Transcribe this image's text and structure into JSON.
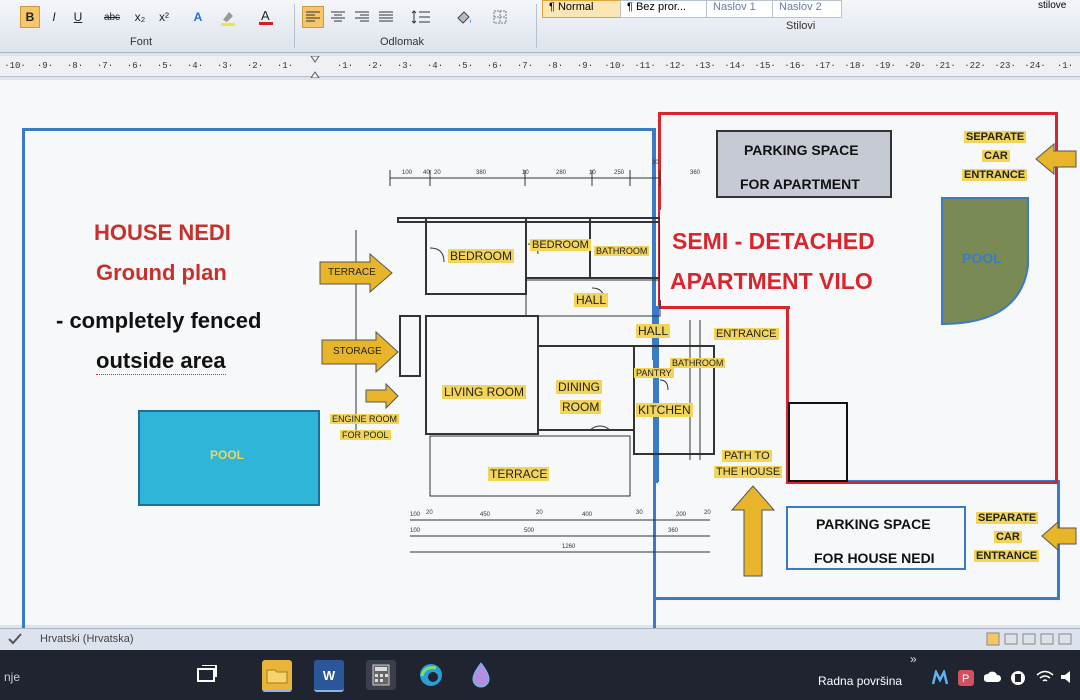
{
  "ribbon": {
    "font_group_label": "Font",
    "paragraph_group_label": "Odlomak",
    "styles_group_label": "Stilovi",
    "buttons": {
      "bold": "B",
      "italic": "I",
      "underline": "U",
      "strike": "abc",
      "subscript": "x₂",
      "superscript": "x²"
    },
    "styles": [
      "¶ Normal",
      "¶ Bez pror...",
      "Naslov 1",
      "Naslov 2"
    ],
    "styles_right_label": "stilove"
  },
  "ruler": {
    "ticks": [
      "·10·",
      "·9·",
      "·8·",
      "·7·",
      "·6·",
      "·5·",
      "·4·",
      "·3·",
      "·2·",
      "·1·",
      "",
      "·1·",
      "·2·",
      "·3·",
      "·4·",
      "·5·",
      "·6·",
      "·7·",
      "·8·",
      "·9·",
      "·10·",
      "·11·",
      "·12·",
      "·13·",
      "·14·",
      "·15·",
      "·16·",
      "·17·",
      "·18·",
      "·19·",
      "·20·",
      "·21·",
      "·22·",
      "·23·",
      "·24·",
      "·1·"
    ]
  },
  "plan": {
    "title_line1": "HOUSE NEDI",
    "title_line2": "Ground plan",
    "bullet_line1": "- completely fenced",
    "bullet_line2": "outside area",
    "pool_left": "POOL",
    "pool_right": "POOL",
    "parking_apartment_line1": "PARKING SPACE",
    "parking_apartment_line2": "FOR APARTMENT",
    "semi_line1": "SEMI - DETACHED",
    "semi_line2": "APARTMENT VILO",
    "separate_top": [
      "SEPARATE",
      "CAR",
      "ENTRANCE"
    ],
    "separate_bottom": [
      "SEPARATE",
      "CAR",
      "ENTRANCE"
    ],
    "parking_house_line1": "PARKING SPACE",
    "parking_house_line2": "FOR HOUSE NEDI",
    "path_line1": "PATH TO",
    "path_line2": "THE HOUSE",
    "rooms": {
      "terrace_arrow": "TERRACE",
      "storage_arrow": "STORAGE",
      "engine_line1": "ENGINE ROOM",
      "engine_line2": "FOR POOL",
      "bedroom1": "BEDROOM",
      "bedroom2": "BEDROOM",
      "bathroom1": "BATHROOM",
      "hall1": "HALL",
      "hall2": "HALL",
      "entrance": "ENTRANCE",
      "living": "LIVING ROOM",
      "dining_line1": "DINING",
      "dining_line2": "ROOM",
      "pantry": "PANTRY",
      "bathroom2": "BATHROOM",
      "kitchen": "KITCHEN",
      "terrace_bottom": "TERRACE"
    },
    "dims_top": [
      "100",
      "40",
      "20",
      "380",
      "10",
      "280",
      "10",
      "250",
      "30",
      "360"
    ],
    "dims_bottom": [
      "100",
      "20",
      "450",
      "20",
      "400",
      "30",
      "200",
      "20",
      "100",
      "500",
      "360",
      "1260"
    ],
    "colors": {
      "blue_frame": "#3a7bc8",
      "red_frame": "#d9262c",
      "pool_blue": "#2fb5d8",
      "pool_green": "#7a8a55",
      "yellow_label": "#f2d45a",
      "arrow_yellow": "#e8b52a",
      "title_red": "#c9302c"
    }
  },
  "statusbar": {
    "language": "Hrvatski (Hrvatska)"
  },
  "taskbar": {
    "left_text": "nje",
    "desktop_label": "Radna površina",
    "chevron": "»"
  }
}
